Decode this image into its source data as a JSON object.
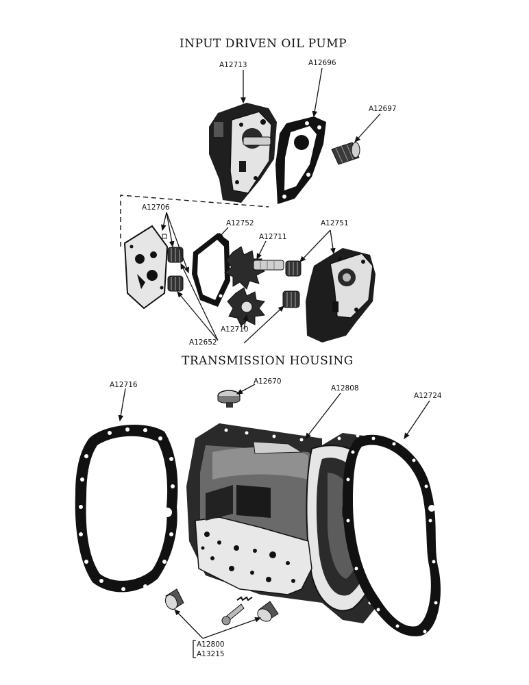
{
  "titles": {
    "oil_pump": "INPUT DRIVEN OIL PUMP",
    "housing": "TRANSMISSION HOUSING"
  },
  "labels": {
    "a12713": "A12713",
    "a12696": "A12696",
    "a12697": "A12697",
    "a12706": "A12706",
    "a12752": "A12752",
    "a12751": "A12751",
    "a12711": "A12711",
    "a12710": "A12710",
    "a12652": "A12652",
    "a12716": "A12716",
    "a12670": "A12670",
    "a12808": "A12808",
    "a12724": "A12724",
    "a12800": "A12800",
    "a13215": "A13215"
  },
  "colors": {
    "ink": "#111111",
    "casting_dark": "#1c1c1c",
    "casting_mid": "#3a3a3a",
    "casting_light": "#d9d9d9",
    "paper": "#ffffff"
  }
}
